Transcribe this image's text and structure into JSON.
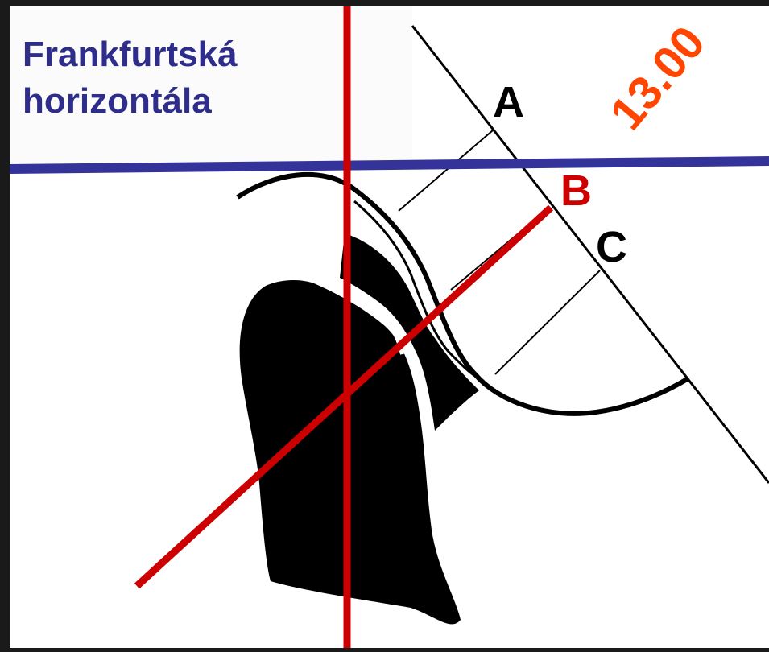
{
  "title": {
    "line1": "Frankfurtská",
    "line2": "horizontála"
  },
  "labels": {
    "a": "A",
    "b": "B",
    "c": "C",
    "angle": "13.00"
  },
  "colors": {
    "frame": "#1a1a1a",
    "background": "#ffffff",
    "title_text": "#2e2d8c",
    "horizontal_line": "#333399",
    "red_line": "#cc0000",
    "angle_text": "#ff4500",
    "label_black": "#000000",
    "label_b": "#cc0000"
  }
}
